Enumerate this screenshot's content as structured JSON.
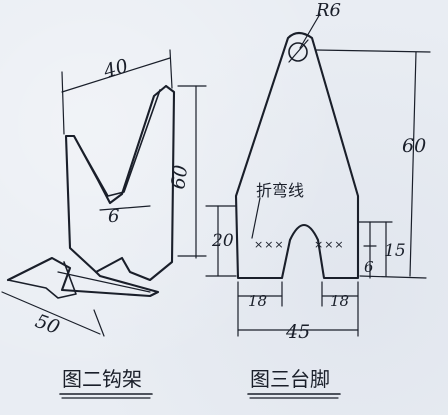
{
  "left_figure": {
    "caption": "图二钩架",
    "dimensions": {
      "width_top": "40",
      "height": "60",
      "slot": "6",
      "base": "50"
    }
  },
  "right_figure": {
    "caption": "图三台脚",
    "dimensions": {
      "radius": "R6",
      "height": "60",
      "lower_height": "20",
      "notch_height": "15",
      "inner_depth": "6",
      "left_foot": "18",
      "right_foot": "18",
      "total_width": "45"
    },
    "bend_line_label": "折弯线",
    "bend_marks": [
      "×××",
      "×××"
    ]
  }
}
